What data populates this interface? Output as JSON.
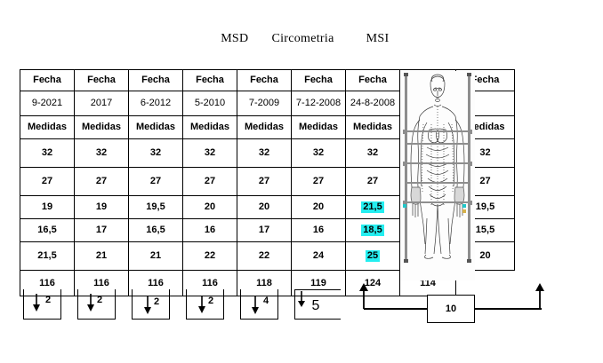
{
  "title": {
    "left": "MSD",
    "center": "Circometria",
    "right": "MSI"
  },
  "table": {
    "header_label": "Fecha",
    "measure_label": "Medidas",
    "columns": [
      {
        "fecha": "Fecha",
        "date": "9-2021",
        "medidas": "Medidas"
      },
      {
        "fecha": "Fecha",
        "date": "2017",
        "medidas": "Medidas"
      },
      {
        "fecha": "Fecha",
        "date": "6-2012",
        "medidas": "Medidas"
      },
      {
        "fecha": "Fecha",
        "date": "5-2010",
        "medidas": "Medidas"
      },
      {
        "fecha": "Fecha",
        "date": "7-2009",
        "medidas": "Medidas"
      },
      {
        "fecha": "Fecha",
        "date": "7-12-2008",
        "medidas": "Medidas"
      },
      {
        "fecha": "Fecha",
        "date": "24-8-2008",
        "medidas": "Medidas"
      },
      {
        "fecha": "Fecha",
        "date": "",
        "medidas": "Medidas"
      }
    ],
    "rows": [
      {
        "values": [
          "32",
          "32",
          "32",
          "32",
          "32",
          "32",
          "32",
          "32"
        ],
        "highlight": []
      },
      {
        "values": [
          "27",
          "27",
          "27",
          "27",
          "27",
          "27",
          "27",
          "27"
        ],
        "highlight": []
      },
      {
        "values": [
          "19",
          "19",
          "19,5",
          "20",
          "20",
          "20",
          "21,5",
          "19,5"
        ],
        "highlight": [
          6
        ]
      },
      {
        "values": [
          "16,5",
          "17",
          "16,5",
          "16",
          "17",
          "16",
          "18,5",
          "15,5"
        ],
        "highlight": [
          6
        ]
      },
      {
        "values": [
          "21,5",
          "21",
          "21",
          "22",
          "22",
          "24",
          "25",
          "20"
        ],
        "highlight": [
          6
        ]
      }
    ],
    "totals": [
      "116",
      "116",
      "116",
      "116",
      "118",
      "119",
      "124",
      "114"
    ]
  },
  "body_diagram": {
    "icon": "human-body-outline-icon",
    "alt": "Figura del cuerpo humano con lineas de medicion"
  },
  "bottom_boxes": [
    {
      "arrow": "down-arrow-icon",
      "value": "2"
    },
    {
      "arrow": "down-arrow-icon",
      "value": "2"
    },
    {
      "arrow": "down-arrow-icon",
      "value": "2"
    },
    {
      "arrow": "down-arrow-icon",
      "value": "2"
    },
    {
      "arrow": "down-arrow-icon",
      "value": "4"
    },
    {
      "arrow": "down-arrow-icon",
      "value": "5"
    }
  ],
  "connector": {
    "value": "10",
    "left_arrow": "up-arrow-icon",
    "right_arrow": "up-arrow-icon"
  },
  "colors": {
    "highlight": "#24eef0",
    "border": "#000000",
    "background": "#ffffff"
  }
}
